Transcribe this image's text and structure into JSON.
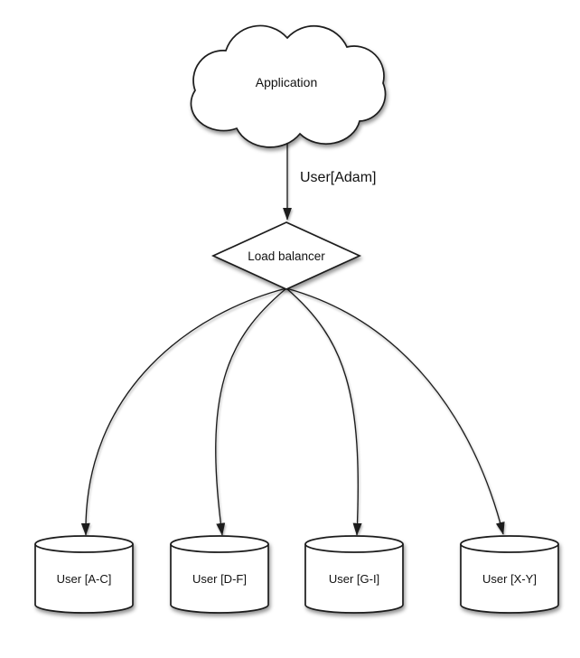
{
  "diagram": {
    "background_color": "#ffffff",
    "stroke_color": "#1b1b1b",
    "node_fill_color": "#ffffff",
    "shadow_color": "#000000",
    "nodes": {
      "application": {
        "type": "cloud",
        "label": "Application"
      },
      "load_balancer": {
        "type": "diamond",
        "label": "Load balancer"
      },
      "shards": [
        {
          "type": "database-cylinder",
          "label": "User [A-C]"
        },
        {
          "type": "database-cylinder",
          "label": "User [D-F]"
        },
        {
          "type": "database-cylinder",
          "label": "User [G-I]"
        },
        {
          "type": "database-cylinder",
          "label": "User [X-Y]"
        }
      ]
    },
    "edges": {
      "app_to_load_balancer": {
        "label": "User[Adam]"
      },
      "load_balancer_fanout_count": 4
    }
  }
}
